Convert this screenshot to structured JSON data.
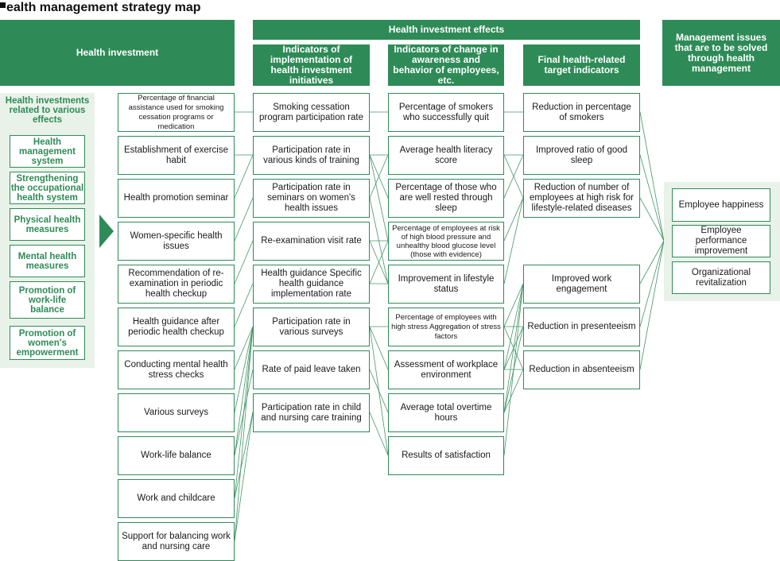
{
  "title": "ealth management strategy map",
  "headers": {
    "investment": "Health investment",
    "effects": "Health investment effects",
    "implementation": "Indicators of implementation of health investment initiatives",
    "awareness": "Indicators of change in awareness and behavior of employees, etc.",
    "final": "Final health-related target indicators",
    "management": "Management issues that are to be solved through health management"
  },
  "left_panel": {
    "title": "Health investments related to various effects",
    "categories": [
      "Health management system",
      "Strengthening the occupational health system",
      "Physical health measures",
      "Mental health measures",
      "Promotion of work-life balance",
      "Promotion of women's empowerment"
    ]
  },
  "investments": [
    "Percentage of financial assistance used for smoking cessation programs or medication",
    "Establishment of exercise habit",
    "Health promotion seminar",
    "Women-specific health issues",
    "Recommendation of re-examination in periodic health checkup",
    "Health guidance after periodic health checkup",
    "Conducting mental health stress checks",
    "Various surveys",
    "Work-life balance",
    "Work and childcare",
    "Support for balancing work and nursing care"
  ],
  "implementation": [
    "Smoking cessation program participation rate",
    "Participation rate in various kinds of training",
    "Participation rate in seminars on women's health issues",
    "Re-examination visit rate",
    "Health guidance Specific health guidance implementation rate",
    "Participation rate in various surveys",
    "Rate of paid leave taken",
    "Participation rate in child and nursing care training"
  ],
  "awareness": [
    "Percentage of smokers who successfully quit",
    "Average health literacy score",
    "Percentage of those who are well rested through sleep",
    "Percentage of employees at risk of high blood pressure and unhealthy blood glucose level (those with evidence)",
    "Improvement in lifestyle status",
    "Percentage of employees with high stress Aggregation of stress factors",
    "Assessment of workplace environment",
    "Average total overtime hours",
    "Results of satisfaction"
  ],
  "final": [
    "Reduction in percentage of smokers",
    "Improved ratio of good sleep",
    "Reduction of number of employees at high risk for lifestyle-related diseases",
    "Improved work engagement",
    "Reduction in presenteeism",
    "Reduction in absenteeism"
  ],
  "management": [
    "Employee happiness",
    "Employee performance improvement",
    "Organizational revitalization"
  ]
}
